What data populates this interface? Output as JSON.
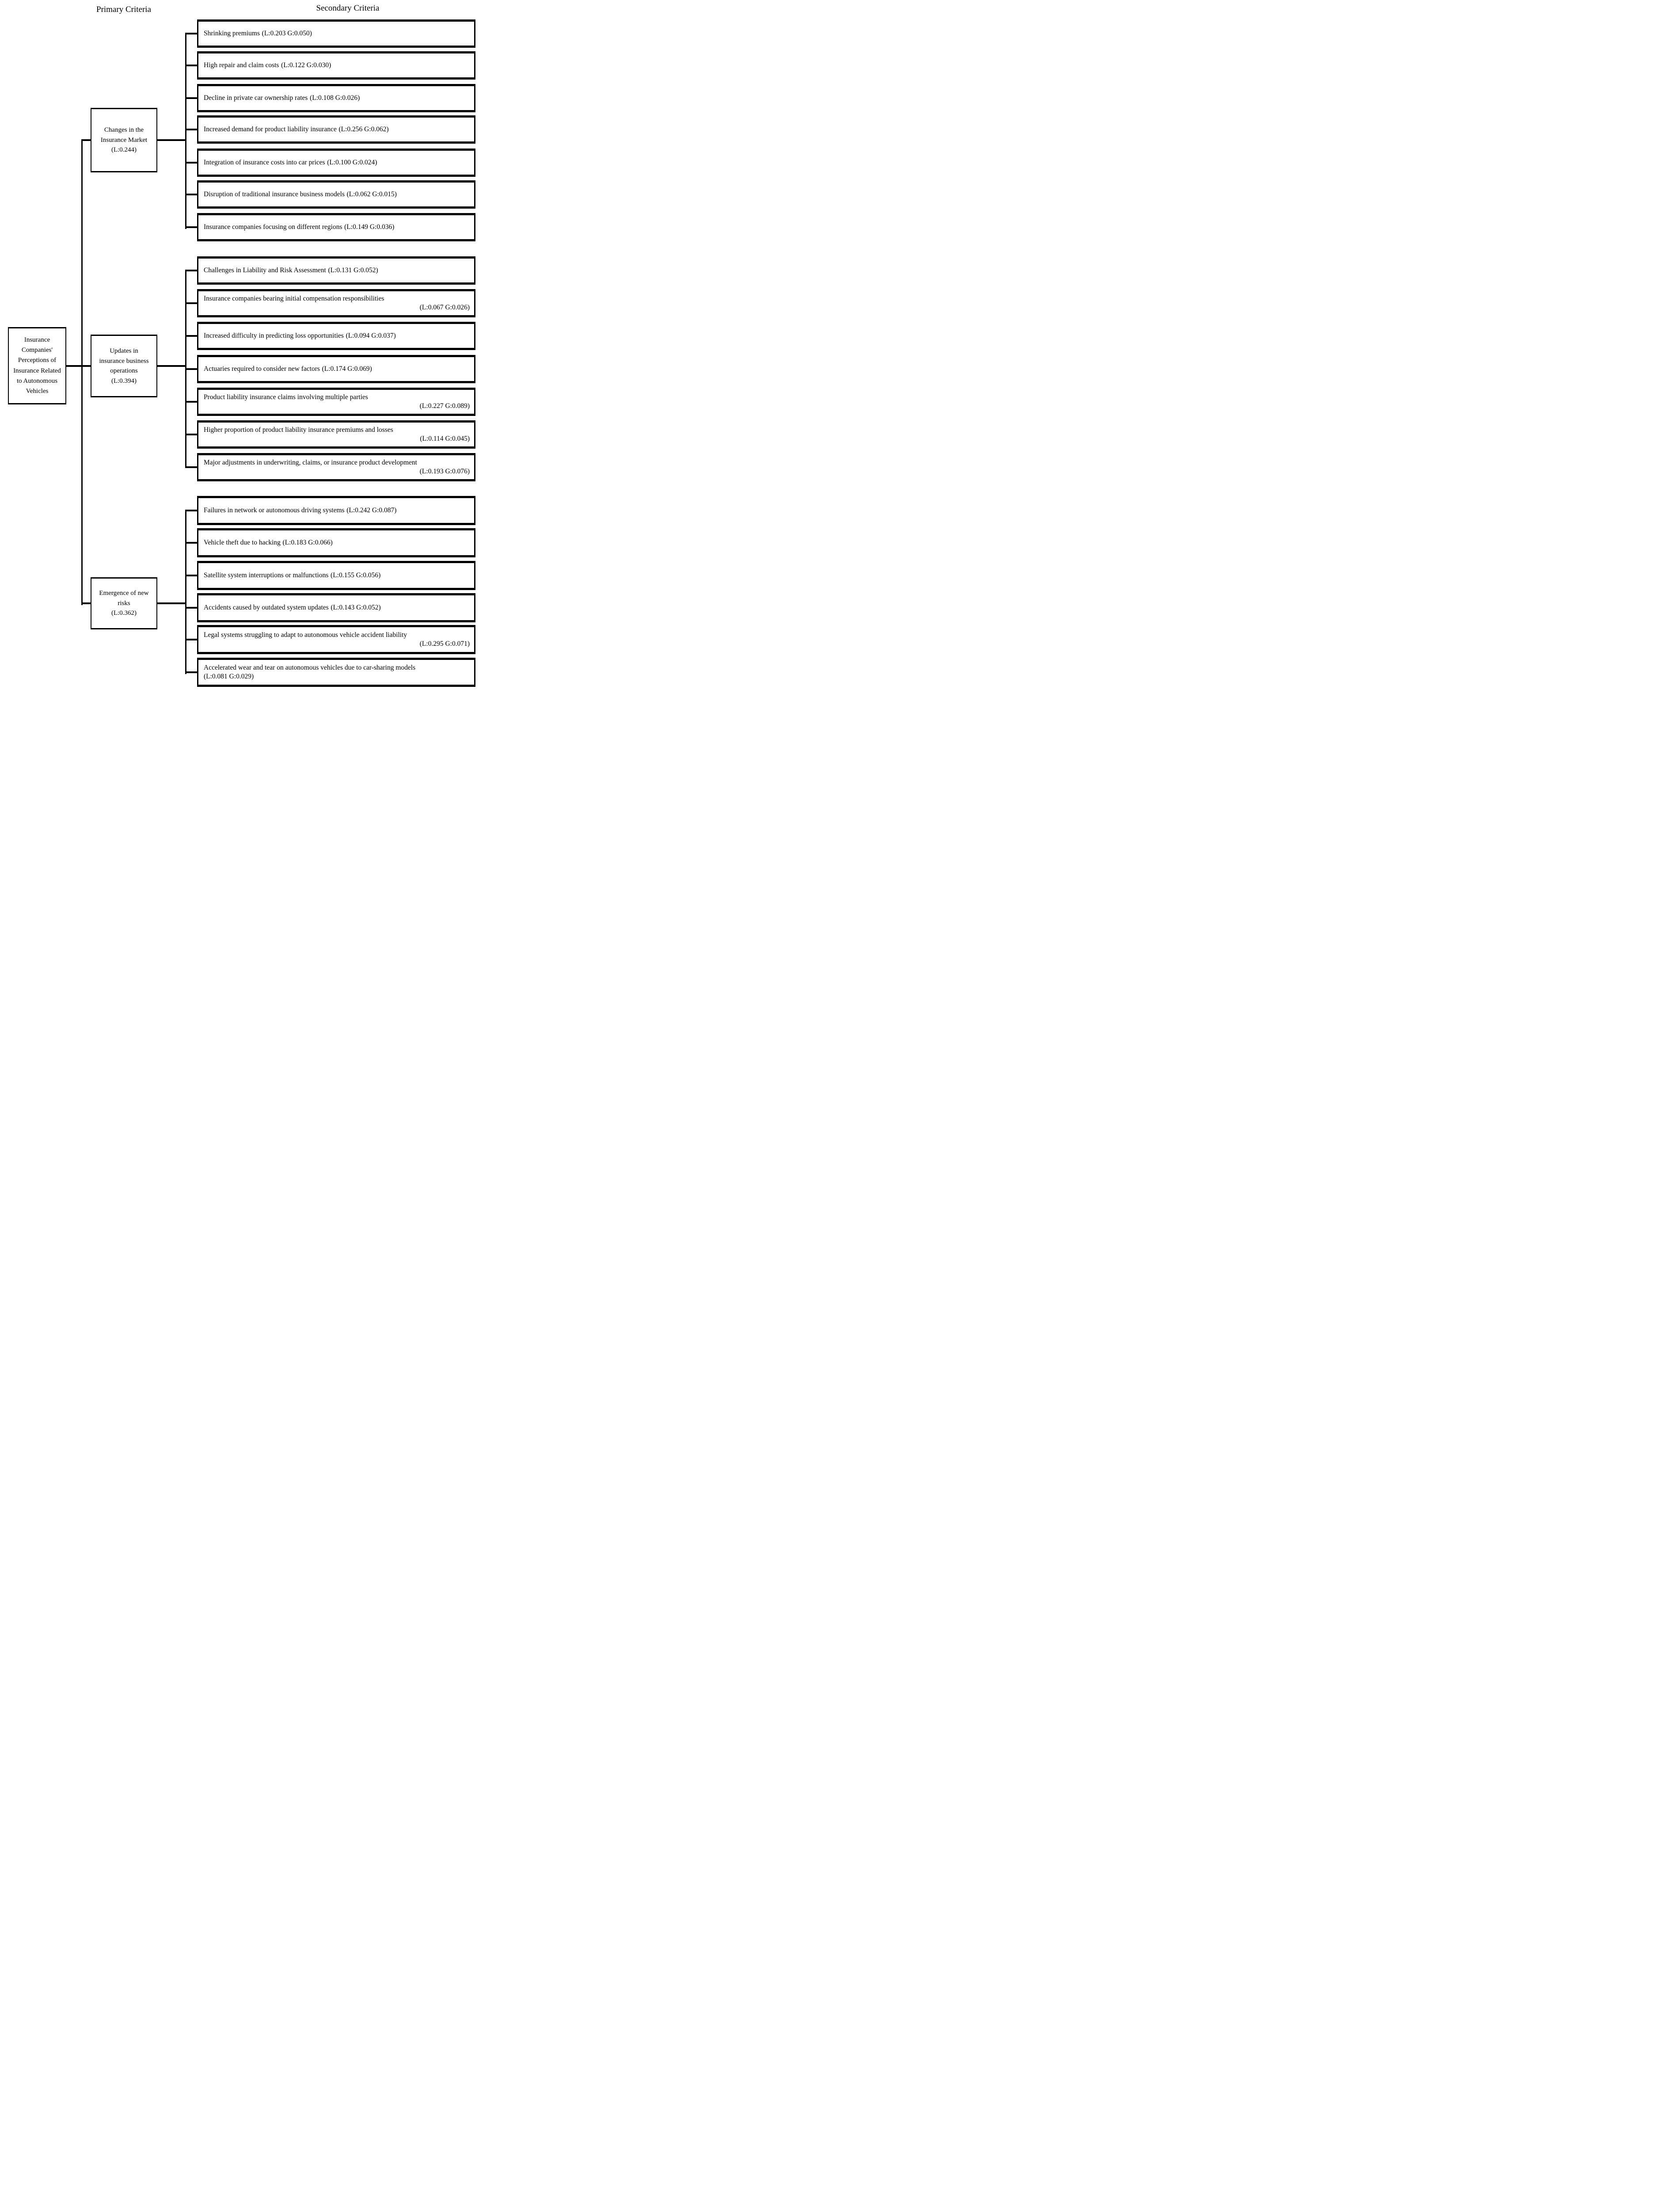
{
  "headers": {
    "primary": "Primary Criteria",
    "secondary": "Secondary Criteria"
  },
  "colors": {
    "line": "#000000",
    "background": "#ffffff",
    "text": "#000000"
  },
  "root": {
    "label": "Insurance Companies' Perceptions of Insurance Related to Autonomous Vehicles"
  },
  "primary": [
    {
      "label": "Changes in the Insurance Market",
      "weight": "(L:0.244)"
    },
    {
      "label": "Updates in insurance business operations",
      "weight": "(L:0.394)"
    },
    {
      "label": "Emergence of new risks",
      "weight": "(L:0.362)"
    }
  ],
  "groups": [
    {
      "parent": "Changes in the Insurance Market",
      "items": [
        {
          "label": "Shrinking premiums",
          "weight": "(L:0.203 G:0.050)"
        },
        {
          "label": "High repair and claim costs",
          "weight": "(L:0.122 G:0.030)"
        },
        {
          "label": "Decline in private car ownership rates",
          "weight": "(L:0.108 G:0.026)"
        },
        {
          "label": "Increased demand for product liability insurance",
          "weight": "(L:0.256 G:0.062)"
        },
        {
          "label": "Integration of insurance costs into car prices",
          "weight": "(L:0.100 G:0.024)"
        },
        {
          "label": "Disruption of traditional insurance business models",
          "weight": "(L:0.062 G:0.015)"
        },
        {
          "label": "Insurance companies focusing on different regions",
          "weight": "(L:0.149 G:0.036)"
        }
      ]
    },
    {
      "parent": "Updates in insurance business operations",
      "items": [
        {
          "label": "Challenges in Liability and Risk Assessment",
          "weight": "(L:0.131 G:0.052)"
        },
        {
          "label": "Insurance companies bearing initial compensation responsibilities",
          "weight": "(L:0.067 G:0.026)"
        },
        {
          "label": "Increased difficulty in predicting loss opportunities",
          "weight": "(L:0.094 G:0.037)"
        },
        {
          "label": "Actuaries required to consider new factors",
          "weight": "(L:0.174 G:0.069)"
        },
        {
          "label": "Product liability insurance claims involving multiple parties",
          "weight": "(L:0.227 G:0.089)"
        },
        {
          "label": "Higher proportion of product liability insurance premiums and losses",
          "weight": "(L:0.114 G:0.045)"
        },
        {
          "label": "Major adjustments in underwriting, claims, or insurance product development",
          "weight": "(L:0.193 G:0.076)"
        }
      ]
    },
    {
      "parent": "Emergence of new risks",
      "items": [
        {
          "label": "Failures in network or autonomous driving systems",
          "weight": "(L:0.242 G:0.087)"
        },
        {
          "label": "Vehicle theft due to hacking",
          "weight": "(L:0.183 G:0.066)"
        },
        {
          "label": "Satellite system interruptions or malfunctions",
          "weight": "(L:0.155 G:0.056)"
        },
        {
          "label": "Accidents caused by outdated system updates",
          "weight": "(L:0.143 G:0.052)"
        },
        {
          "label": "Legal systems struggling to adapt to autonomous vehicle accident liability",
          "weight": "(L:0.295 G:0.071)"
        },
        {
          "label": "Accelerated wear and tear on autonomous vehicles due to car-sharing models",
          "weight": "(L:0.081 G:0.029)"
        }
      ]
    }
  ]
}
